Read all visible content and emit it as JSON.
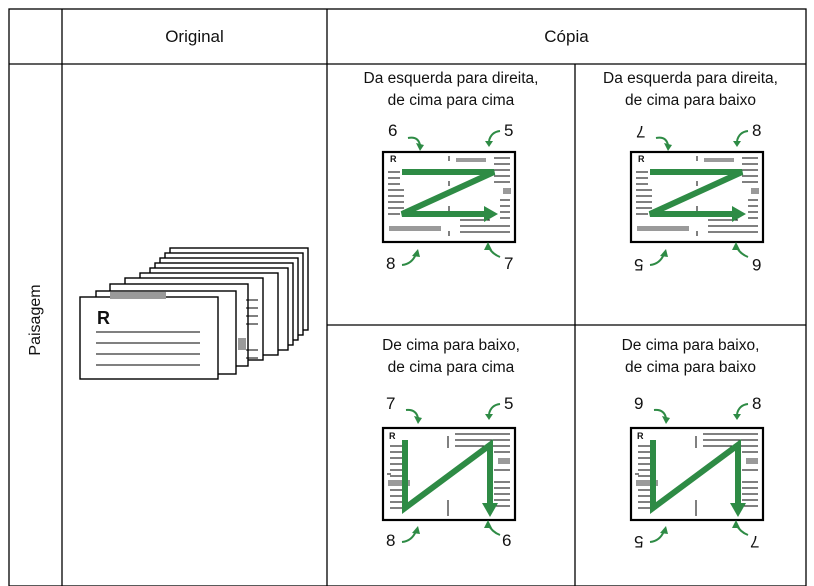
{
  "header": {
    "original": "Original",
    "copia": "Cópia"
  },
  "row_label": "Paisagem",
  "original_page_letter": "R",
  "thumb_letter": "R",
  "cells": [
    {
      "caption_line1": "Da esquerda para direita,",
      "caption_line2": "de cima para cima",
      "nums": {
        "tl": "6",
        "tr": "5",
        "bl": "8",
        "br": "7"
      },
      "flipped": {
        "tl": false,
        "tr": false,
        "bl": false,
        "br": false
      }
    },
    {
      "caption_line1": "Da esquerda para direita,",
      "caption_line2": "de cima para baixo",
      "nums": {
        "tl": "7",
        "tr": "8",
        "bl": "5",
        "br": "6"
      },
      "flipped": {
        "tl": true,
        "tr": false,
        "bl": true,
        "br": false
      }
    },
    {
      "caption_line1": "De cima para baixo,",
      "caption_line2": "de cima para cima",
      "nums": {
        "tl": "7",
        "tr": "5",
        "bl": "8",
        "br": "6"
      },
      "flipped": {
        "tl": false,
        "tr": false,
        "bl": false,
        "br": false
      }
    },
    {
      "caption_line1": "De cima para baixo,",
      "caption_line2": "de cima para baixo",
      "nums": {
        "tl": "9",
        "tr": "8",
        "bl": "5",
        "br": "7"
      },
      "flipped": {
        "tl": false,
        "tr": false,
        "bl": true,
        "br": true
      }
    }
  ],
  "colors": {
    "arrow": "#2e8b45",
    "line": "#000000",
    "gray": "#9a9a9a"
  }
}
